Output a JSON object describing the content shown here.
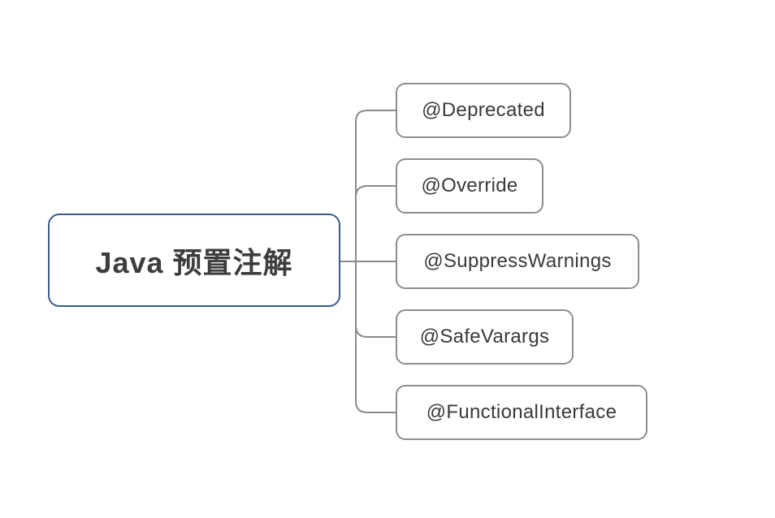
{
  "diagram": {
    "type": "mindmap",
    "title": "Java 预置注解",
    "root": {
      "label": "Java 预置注解"
    },
    "children": [
      {
        "label": "@Deprecated"
      },
      {
        "label": "@Override"
      },
      {
        "label": "@SuppressWarnings"
      },
      {
        "label": "@SafeVarargs"
      },
      {
        "label": "@FunctionalInterface"
      }
    ],
    "colors": {
      "background": "#ffffff",
      "root_border": "#3b5a8c",
      "child_border": "#908d8a",
      "connector": "#8d8a87",
      "text": "#3a3a3a"
    }
  }
}
